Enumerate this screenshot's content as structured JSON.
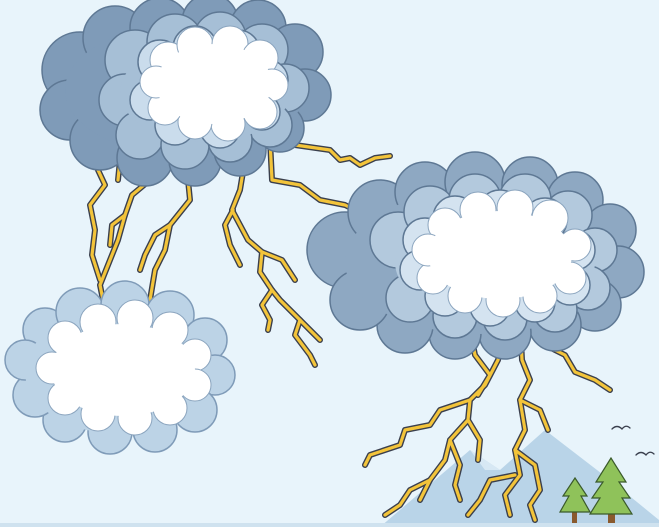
{
  "scene": {
    "background_color": "#e8f4fb",
    "colors": {
      "cloud_dark": "#7f9bb8",
      "cloud_mid": "#a6bfd6",
      "cloud_light": "#cadcec",
      "cloud_outline": "#5e7894",
      "bubble_fill": "#ffffff",
      "lightning_fill": "#f3c43a",
      "lightning_outline": "#3a3f4d",
      "mountain": "#b9d4e8",
      "tree_green": "#8fc25a",
      "tree_trunk": "#8a5a2e"
    },
    "clouds": [
      {
        "name": "top-left-storm-cloud",
        "color": "dark"
      },
      {
        "name": "right-storm-cloud",
        "color": "mid"
      },
      {
        "name": "bottom-left-light-cloud",
        "color": "light"
      }
    ],
    "text_bubbles": [
      {
        "name": "top-left-cloud-bubble",
        "text": ""
      },
      {
        "name": "right-cloud-bubble",
        "text": ""
      },
      {
        "name": "bottom-left-cloud-bubble",
        "text": ""
      }
    ],
    "birds": 2,
    "trees": 2
  }
}
